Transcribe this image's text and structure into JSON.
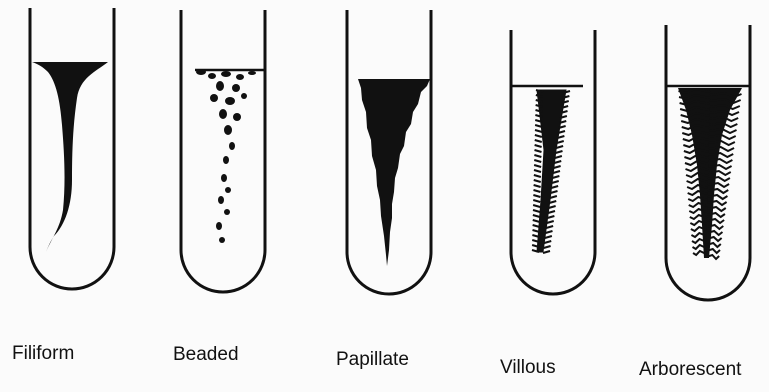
{
  "colors": {
    "ink": "#111111",
    "background": "#fbfbfb"
  },
  "tubes": [
    {
      "id": "filiform",
      "label": "Filiform"
    },
    {
      "id": "beaded",
      "label": "Beaded"
    },
    {
      "id": "papillate",
      "label": "Papillate"
    },
    {
      "id": "villous",
      "label": "Villous"
    },
    {
      "id": "arborescent",
      "label": "Arborescent"
    }
  ]
}
